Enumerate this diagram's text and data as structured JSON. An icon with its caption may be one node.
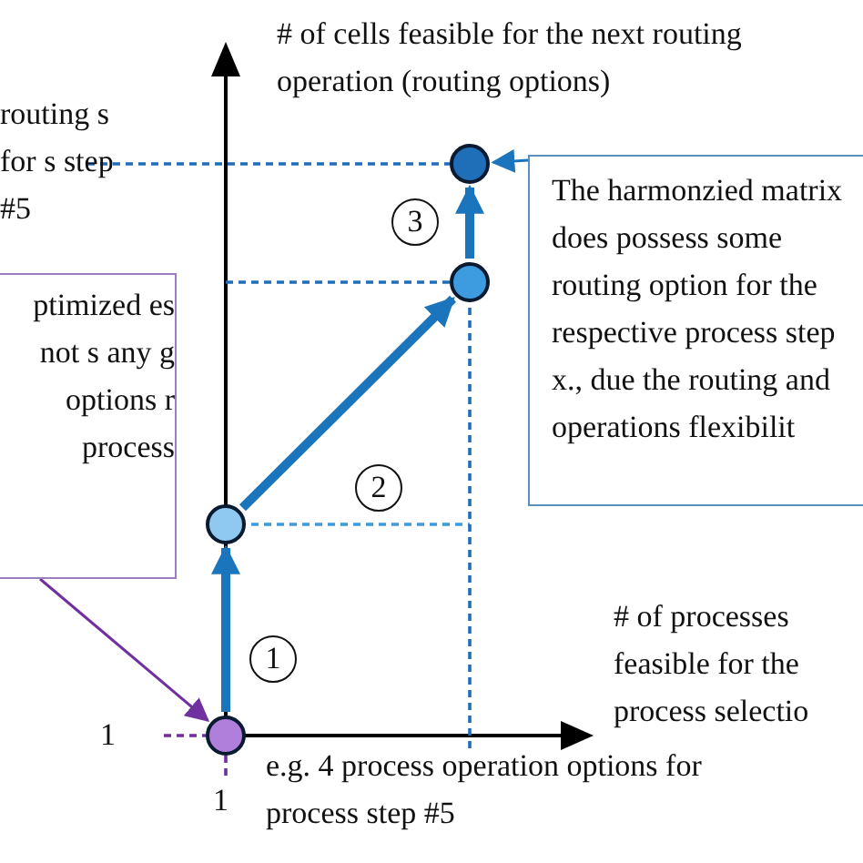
{
  "diagram": {
    "nodes": [
      {
        "text": [
          "ptimized es not s any g options r process"
        ]
      },
      {
        "text": [
          "The harmonzied matrix does possess some routing option for the respective process step x., due the routing and operations flexibilit"
        ]
      },
      {
        "text": [],
        "shape": "circle"
      },
      {
        "text": [],
        "shape": "circle"
      },
      {
        "text": [],
        "shape": "circle"
      },
      {
        "text": [],
        "shape": "circle"
      }
    ],
    "edges": [
      {
        "from": 2,
        "to": 3,
        "arrow": "to",
        "label": "1"
      },
      {
        "from": 3,
        "to": 4,
        "arrow": "to",
        "label": "2"
      },
      {
        "from": 4,
        "to": 5,
        "arrow": "to",
        "label": "3"
      },
      {
        "from": 0,
        "to": 2,
        "arrow": "to",
        "color": "#7030a0"
      },
      {
        "from": 1,
        "to": 5,
        "arrow": "to"
      }
    ],
    "labels": [
      "# of cells feasible for the next routing operation (routing options)",
      "routing s for s step #5",
      "1",
      "1",
      "e.g. 4 process operation options for process step #5",
      "# of processes feasible for the process selectio"
    ]
  }
}
